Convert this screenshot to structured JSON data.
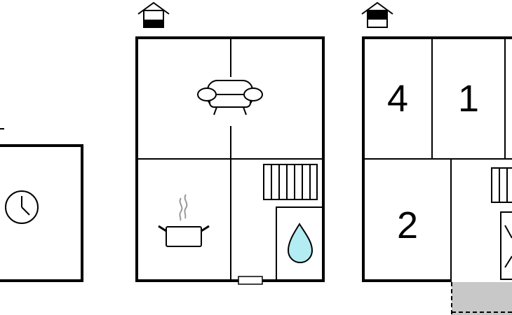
{
  "floors": [
    {
      "id": "left-floor",
      "floor_marker": "none",
      "rooms": [
        {
          "id": "utility-room",
          "icon": "clock-icon",
          "label": ""
        }
      ]
    },
    {
      "id": "ground-floor",
      "floor_marker": "house-lower-floor-icon",
      "rooms": [
        {
          "id": "living-room",
          "icon": "sofa-icon",
          "label": ""
        },
        {
          "id": "kitchen",
          "icon": "cooking-pot-icon",
          "label": ""
        },
        {
          "id": "stair-hall",
          "icon": "stairs-icon",
          "label": ""
        },
        {
          "id": "bathroom",
          "icon": "water-drop-icon",
          "label": ""
        }
      ]
    },
    {
      "id": "upper-floor",
      "floor_marker": "house-upper-floor-icon",
      "rooms": [
        {
          "id": "bedroom-4",
          "icon": "",
          "label": "4"
        },
        {
          "id": "bedroom-1",
          "icon": "",
          "label": "1"
        },
        {
          "id": "bedroom-2",
          "icon": "",
          "label": "2"
        },
        {
          "id": "stair-landing",
          "icon": "stairs-icon",
          "label": ""
        }
      ]
    }
  ],
  "colors": {
    "wall": "#000000",
    "background": "#ffffff",
    "water": "#b3ecf2",
    "terrace": "#c8c8c8"
  }
}
